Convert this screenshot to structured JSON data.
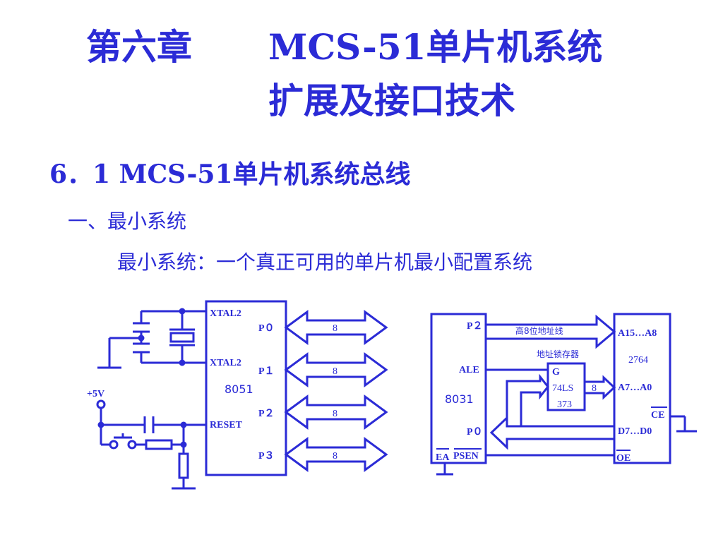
{
  "title": {
    "line1_left": "第六章",
    "line1_right": "MCS-51单片机系统",
    "line2": "扩展及接口技术"
  },
  "section": "6．1   MCS-51单片机系统总线",
  "subsection": "一、最小系统",
  "description": "最小系统：一个真正可用的单片机最小配置系统",
  "left_diagram": {
    "xtal_top": "XTAL2",
    "xtal_bottom": "XTAL2",
    "chip": "8051",
    "reset": "RESET",
    "power": "+5V",
    "ports": [
      "P０",
      "P１",
      "P２",
      "P３"
    ],
    "bus_width": "8"
  },
  "right_diagram": {
    "cpu": "8031",
    "p2": "P２",
    "ale": "ALE",
    "p0": "P０",
    "ea": "EA",
    "psen": "PSEN",
    "high_addr_label": "高8位地址线",
    "latch_label": "地址锁存器",
    "latch_g": "G",
    "latch_name1": "74LS",
    "latch_name2": "373",
    "latch_width": "8",
    "mem_high": "A15…A8",
    "mem_name": "2764",
    "mem_low": "A7…A0",
    "mem_ce": "CE",
    "mem_data": "D7…D0",
    "mem_oe": "OE"
  },
  "colors": {
    "ink": "#2b2bd6",
    "background": "#ffffff"
  }
}
